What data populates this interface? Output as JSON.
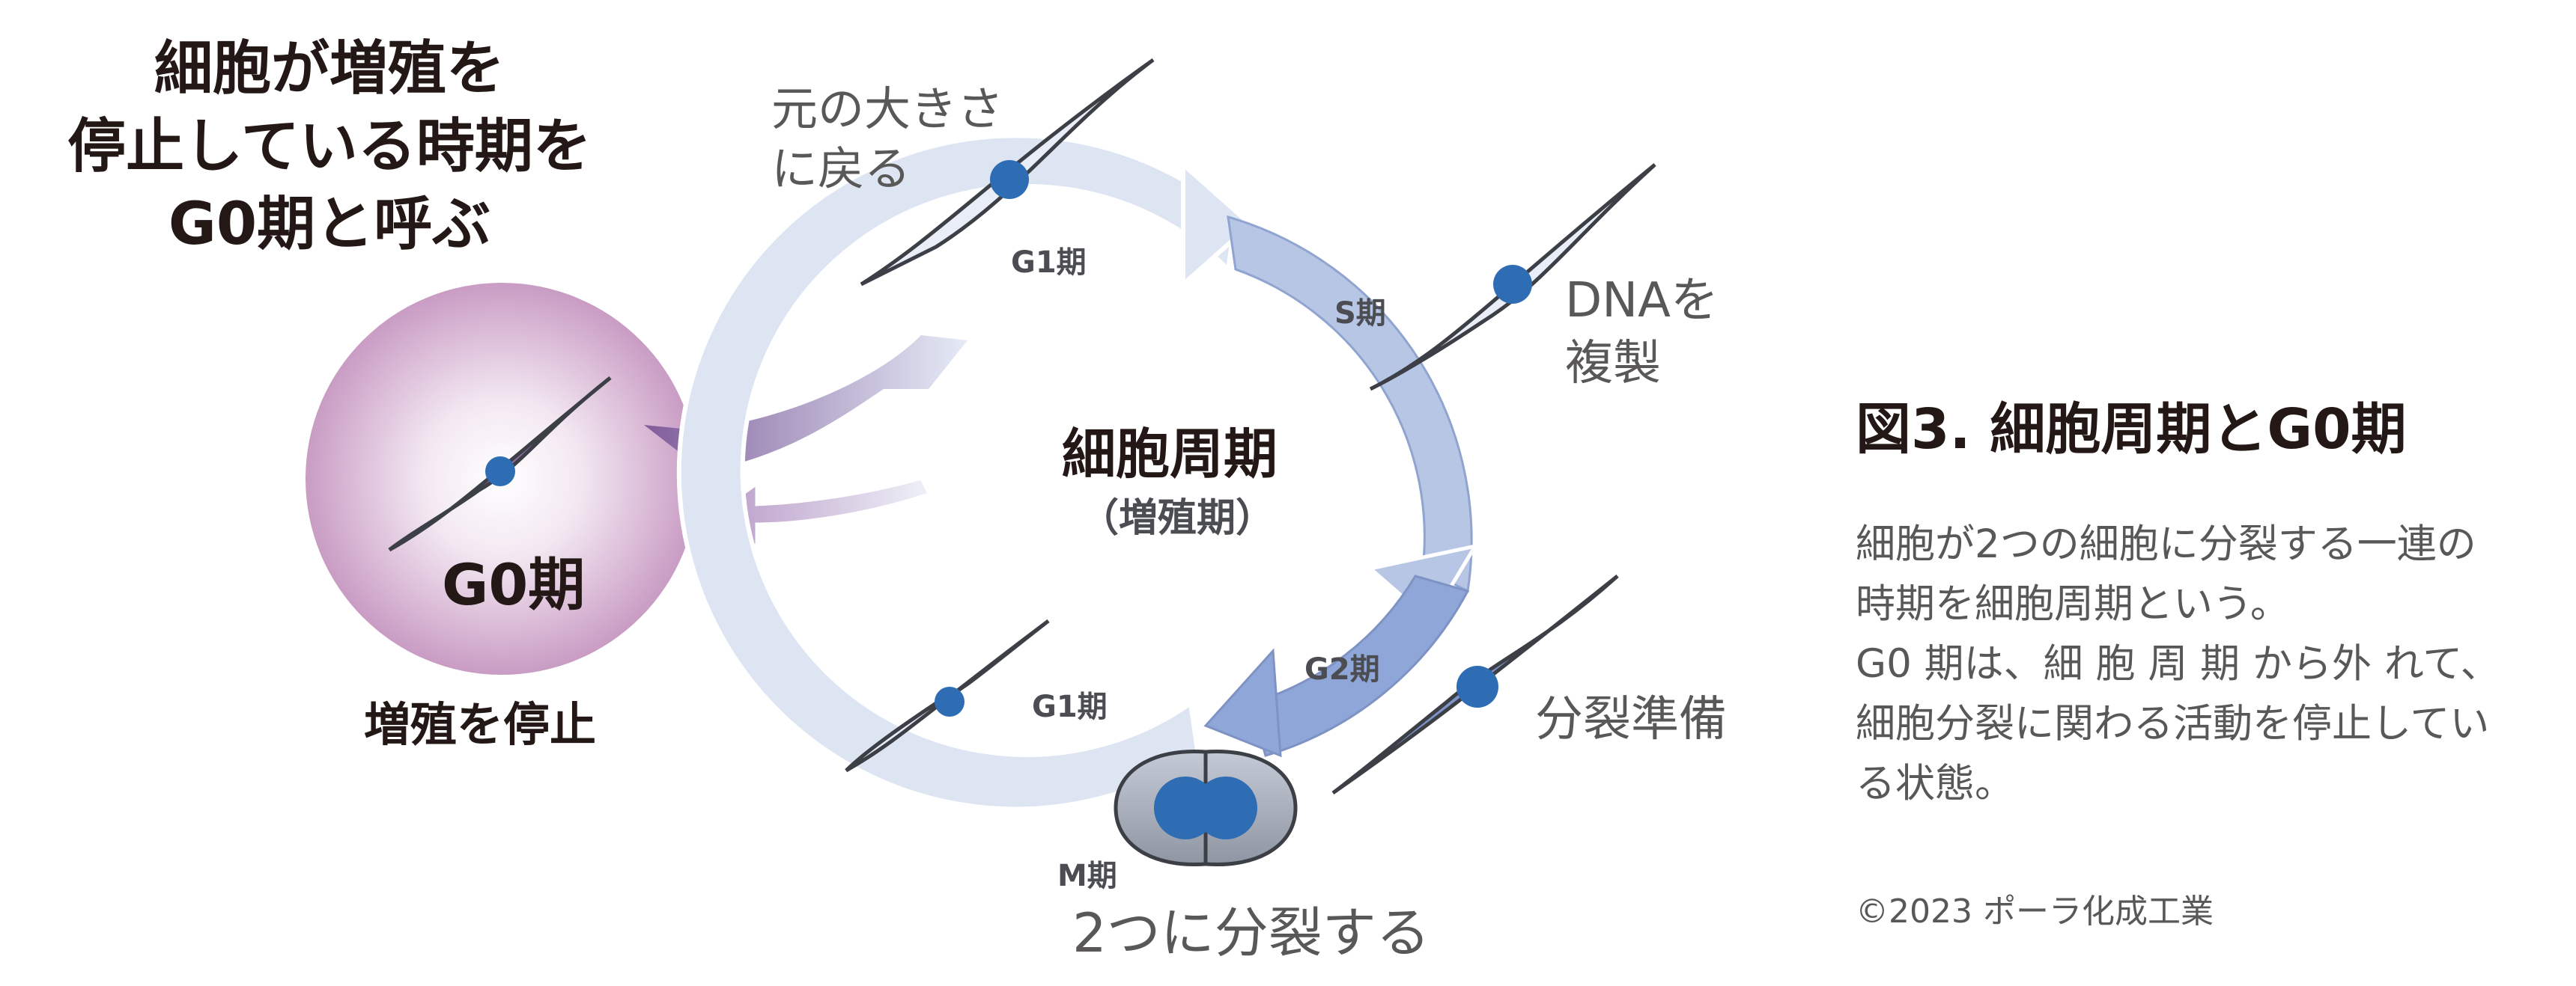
{
  "heading": {
    "line1": "細胞が増殖を",
    "line2": "停止している時期を",
    "line3": "G0期と呼ぶ"
  },
  "g0": {
    "label": "G0期",
    "caption": "増殖を停止"
  },
  "cycle": {
    "title": "細胞周期",
    "subtitle": "（増殖期）",
    "phases": {
      "g1_top": "G1期",
      "s": "S期",
      "g2": "G2期",
      "g1_bottom": "G1期",
      "m": "M期"
    }
  },
  "annotations": {
    "return_size_line1": "元の大きさ",
    "return_size_line2": "に戻る",
    "dna_line1": "DNAを",
    "dna_line2": "複製",
    "prep": "分裂準備",
    "divide": "2つに分裂する"
  },
  "figure": {
    "title": "図3. 細胞周期とG0期",
    "description": [
      "細胞が2つの細胞に分裂する一連の",
      "時期を細胞周期という。",
      "G0 期は、細 胞 周 期 から外 れて、",
      "細胞分裂に関わる活動を停止してい",
      "る状態。"
    ],
    "credit": "©2023 ポーラ化成工業"
  },
  "colors": {
    "text_dark": "#231815",
    "text_grey": "#595757",
    "ring_light": "#dfe6f3",
    "ring_mid": "#b5c4e2",
    "ring_dark": "#8fa6d6",
    "cell_fill": "#e8edf7",
    "nucleus": "#2e6db4",
    "g0_purple": "#9a6aa3"
  }
}
